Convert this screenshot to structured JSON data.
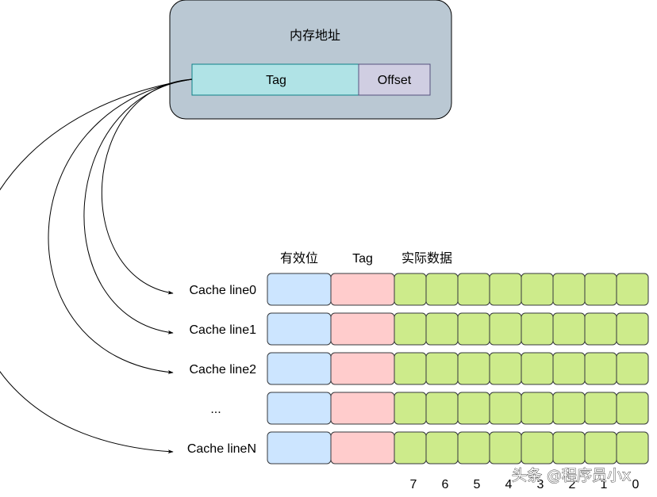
{
  "address": {
    "title": "内存地址",
    "tag": "Tag",
    "offset": "Offset",
    "box_fill": "#bac8d3",
    "tag_fill": "#b0e3e6",
    "offset_fill": "#d0cee2"
  },
  "columns": {
    "valid": "有效位",
    "tag": "Tag",
    "data": "实际数据"
  },
  "lines": [
    {
      "label": "Cache line0",
      "linked": true
    },
    {
      "label": "Cache line1",
      "linked": true
    },
    {
      "label": "Cache line2",
      "linked": true
    },
    {
      "label": "...",
      "linked": false
    },
    {
      "label": "Cache lineN",
      "linked": true
    }
  ],
  "byte_indices": [
    "7",
    "6",
    "5",
    "4",
    "3",
    "2",
    "1",
    "0"
  ],
  "colors": {
    "valid": "#cce5ff",
    "tag": "#ffcccc",
    "data": "#cdeb8b",
    "outline": "#36393d"
  },
  "watermark": "头条 @程序员小x"
}
